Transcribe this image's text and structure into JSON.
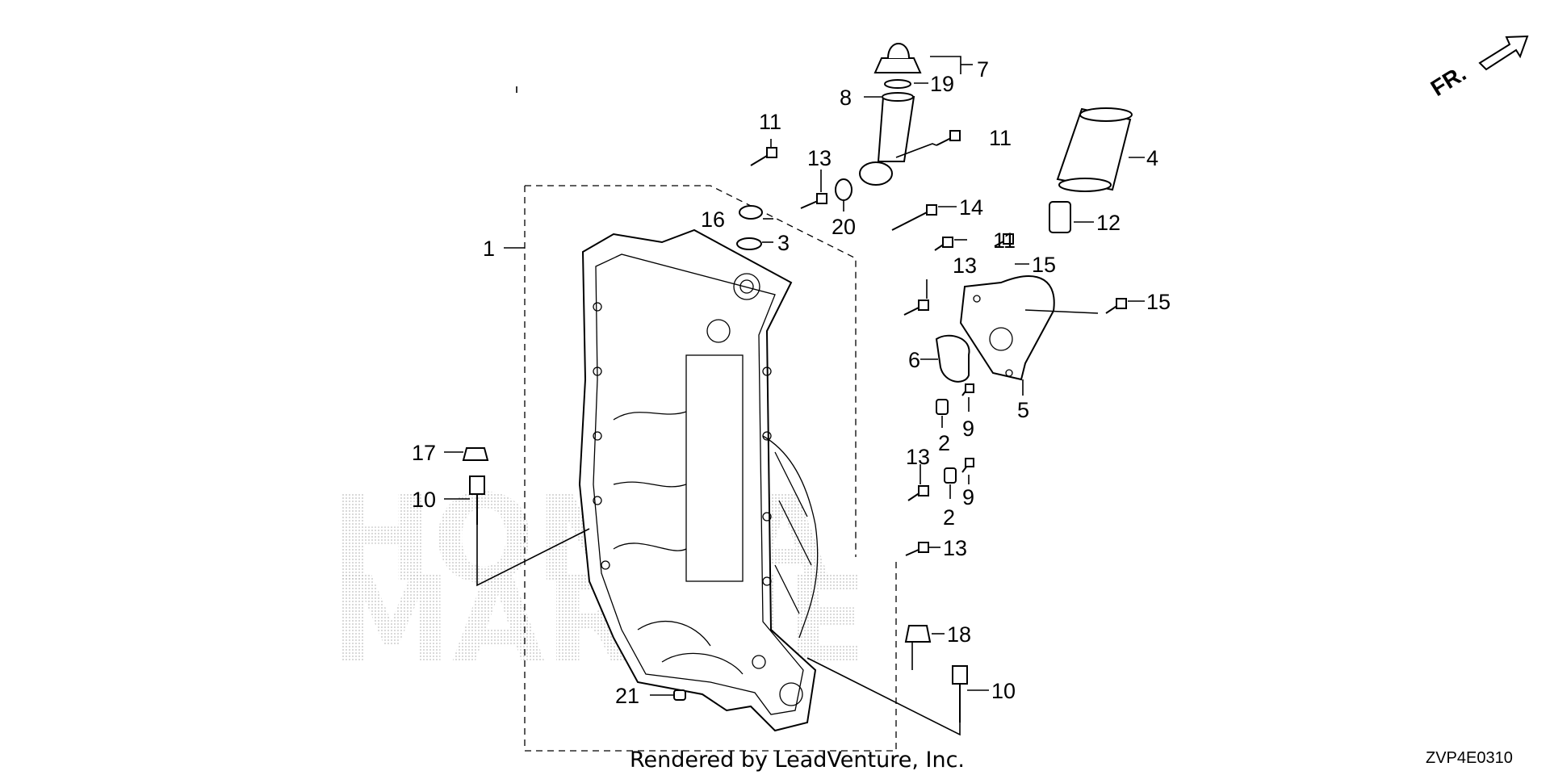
{
  "watermark": {
    "line1": "HONDA",
    "line2": "MARINE"
  },
  "front_indicator": "FR.",
  "diagram_code": "ZVP4E0310",
  "credit": "Rendered by LeadVenture, Inc.",
  "callouts": {
    "c1": "1",
    "c2a": "2",
    "c2b": "2",
    "c3": "3",
    "c4": "4",
    "c5": "5",
    "c6": "6",
    "c7": "7",
    "c8": "8",
    "c9a": "9",
    "c9b": "9",
    "c10a": "10",
    "c10b": "10",
    "c11a": "11",
    "c11b": "11",
    "c11c": "11",
    "c12": "12",
    "c13a": "13",
    "c13b": "13",
    "c13c": "13",
    "c13d": "13",
    "c14": "14",
    "c15a": "15",
    "c15b": "15",
    "c16": "16",
    "c17": "17",
    "c18": "18",
    "c19": "19",
    "c20": "20",
    "c21": "21"
  }
}
